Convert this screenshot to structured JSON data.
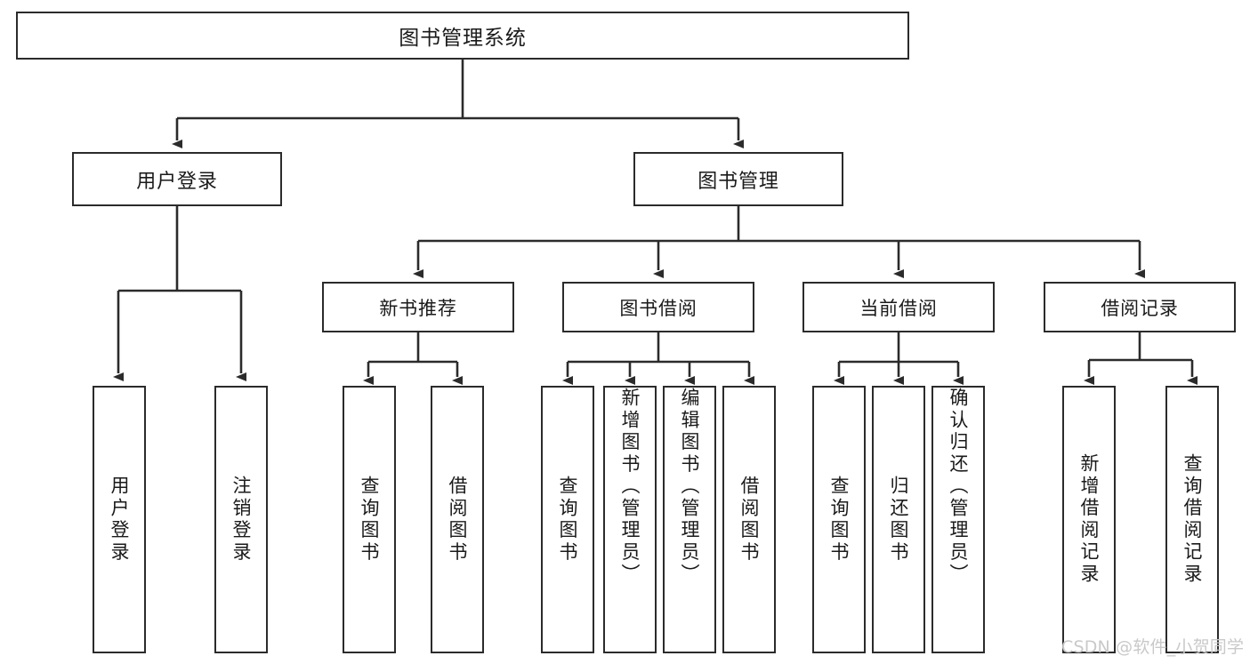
{
  "diagram": {
    "title": "图书管理系统",
    "type": "tree-hierarchy-diagram",
    "root": {
      "label": "图书管理系统"
    },
    "level2": [
      {
        "label": "用户登录"
      },
      {
        "label": "图书管理"
      }
    ],
    "level3": [
      {
        "label": "新书推荐"
      },
      {
        "label": "图书借阅"
      },
      {
        "label": "当前借阅"
      },
      {
        "label": "借阅记录"
      }
    ],
    "leaves": {
      "user_login": [
        {
          "label": "用户登录"
        },
        {
          "label": "注销登录"
        }
      ],
      "new_book_recommend": [
        {
          "label": "查询图书"
        },
        {
          "label": "借阅图书"
        }
      ],
      "book_borrow": [
        {
          "label": "查询图书"
        },
        {
          "label": "新增图书（管理员）"
        },
        {
          "label": "编辑图书（管理员）"
        },
        {
          "label": "借阅图书"
        }
      ],
      "current_borrow": [
        {
          "label": "查询图书"
        },
        {
          "label": "归还图书"
        },
        {
          "label": "确认归还（管理员）"
        }
      ],
      "borrow_records": [
        {
          "label": "新增借阅记录"
        },
        {
          "label": "查询借阅记录"
        }
      ]
    }
  },
  "watermark": {
    "text": "CSDN @软件_小贺同学"
  },
  "colors": {
    "stroke": "#2b2b2b",
    "background": "#ffffff",
    "text": "#1a1a1a",
    "watermark": "#c9c9c9"
  }
}
